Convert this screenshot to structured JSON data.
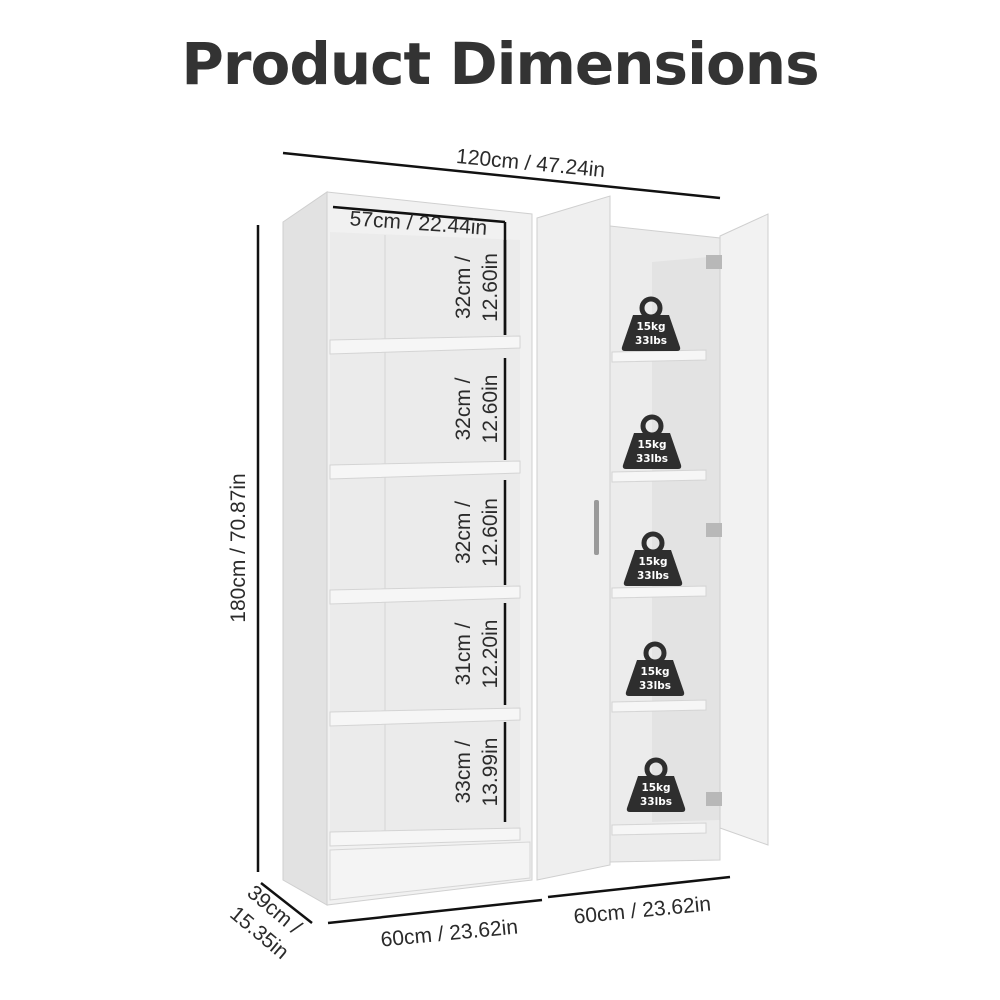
{
  "title": "Product Dimensions",
  "dimensions": {
    "total_width": "120cm / 47.24in",
    "inner_width": "57cm / 22.44in",
    "height": "180cm / 70.87in",
    "depth_line1": "39cm /",
    "depth_line2": "15.35in",
    "left_width": "60cm / 23.62in",
    "right_width": "60cm / 23.62in",
    "shelves": [
      {
        "line1": "32cm /",
        "line2": "12.60in"
      },
      {
        "line1": "32cm /",
        "line2": "12.60in"
      },
      {
        "line1": "32cm /",
        "line2": "12.60in"
      },
      {
        "line1": "31cm /",
        "line2": "12.20in"
      },
      {
        "line1": "33cm /",
        "line2": "13.99in"
      }
    ]
  },
  "shelf_load": [
    {
      "kg": "15kg",
      "lbs": "33lbs"
    },
    {
      "kg": "15kg",
      "lbs": "33lbs"
    },
    {
      "kg": "15kg",
      "lbs": "33lbs"
    },
    {
      "kg": "15kg",
      "lbs": "33lbs"
    },
    {
      "kg": "15kg",
      "lbs": "33lbs"
    }
  ],
  "colors": {
    "text": "#333333",
    "cabinet": "#ececec",
    "weight_icon": "#2e2e2e"
  }
}
